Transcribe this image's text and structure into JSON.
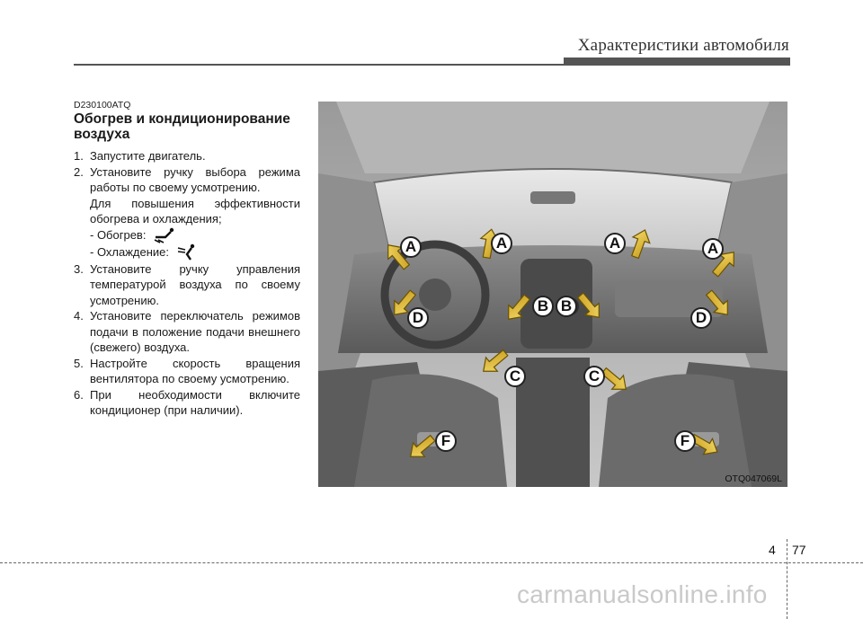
{
  "header": {
    "title": "Характеристики автомобиля"
  },
  "section": {
    "code": "D230100ATQ",
    "title": "Обогрев и кондиционирование воздуха"
  },
  "steps": [
    {
      "num": "1.",
      "text": "Запустите двигатель."
    },
    {
      "num": "2.",
      "text": "Установите ручку выбора режима работы по своему усмотрению.",
      "note": "Для повышения эффективности обогрева и охлаждения;",
      "heat": "- Обогрев:",
      "cool": "- Охлаждение:"
    },
    {
      "num": "3.",
      "text": "Установите ручку управления температурой воздуха по своему усмотрению."
    },
    {
      "num": "4.",
      "text": "Установите переключатель режимов подачи в положение подачи внешнего (свежего) воздуха."
    },
    {
      "num": "5.",
      "text": "Настройте скорость вращения вентилятора по своему усмотрению."
    },
    {
      "num": "6.",
      "text": "При необходимости включите кондиционер (при наличии)."
    }
  ],
  "figure": {
    "code": "OTQ047069L",
    "labels": {
      "a": "A",
      "b": "B",
      "c": "C",
      "d": "D",
      "f": "F"
    }
  },
  "footer": {
    "chapter": "4",
    "page": "77",
    "watermark": "carmanualsonline.info"
  },
  "icons": {
    "heat_mode": "floor-vent-icon",
    "cool_mode": "face-vent-icon"
  }
}
